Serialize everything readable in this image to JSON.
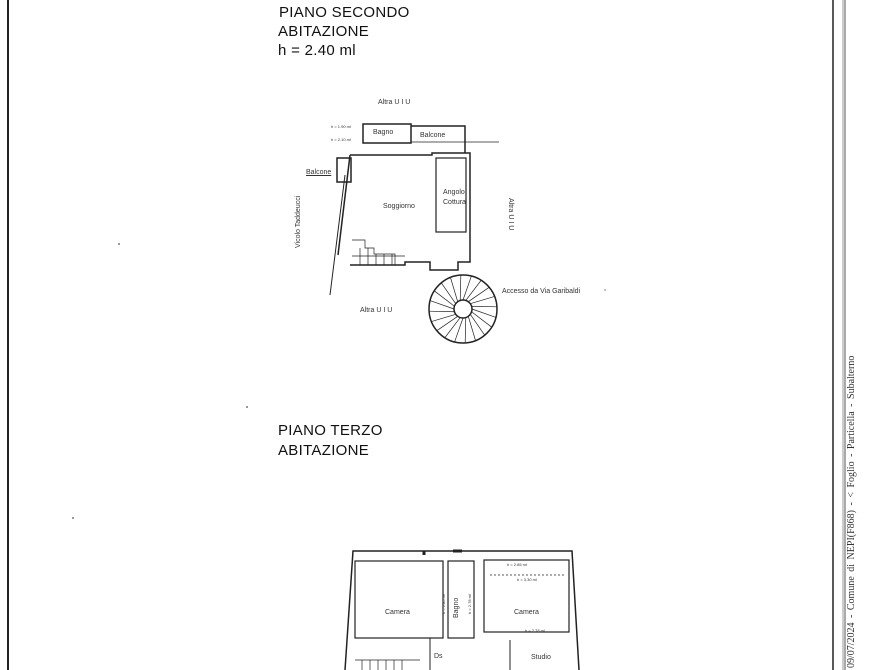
{
  "section_second": {
    "title": "PIANO SECONDO",
    "subtitle": "ABITAZIONE",
    "height": "h = 2.40 ml",
    "labels": {
      "altra_top": "Altra U I U",
      "altra_bottom": "Altra U I U",
      "altra_right": "Altra U I U",
      "bagno": "Bagno",
      "balcone_top": "Balcone",
      "balcone_left": "Balcone",
      "soggiorno": "Soggiorno",
      "angolo": "Angolo",
      "cottura": "Cottura",
      "vicolo": "Vicolo Taddeucci",
      "accesso": "Accesso da Via Garibaldi",
      "h1": "h = 1.90 ml",
      "h2": "h = 2.10 ml"
    }
  },
  "section_third": {
    "title": "PIANO TERZO",
    "subtitle": "ABITAZIONE",
    "labels": {
      "camera_left": "Camera",
      "bagno": "Bagno",
      "camera_right": "Camera",
      "ds": "Ds",
      "studio": "Studio",
      "h_a": "h = 2.85 ml",
      "h_b": "h = 3.30 ml",
      "h_c": "h = 2.78 ml",
      "h_d": "h = 2.78 ml",
      "h_e": "h = 2.85 ml"
    }
  },
  "side_stamp": "09/07/2024 - Comune di NEPI(F868) - < Foglio - Particella - Subalterno"
}
